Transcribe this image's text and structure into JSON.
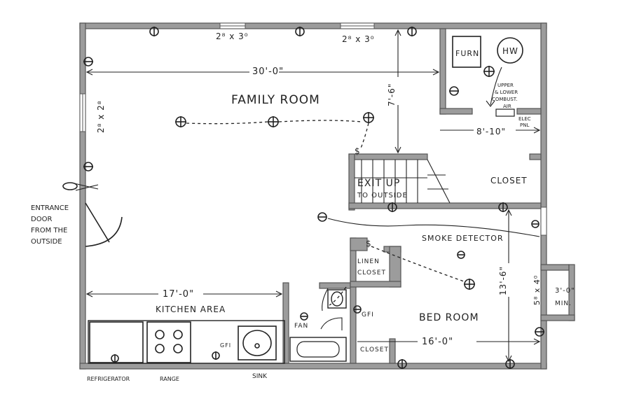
{
  "rooms": {
    "family_room": "FAMILY ROOM",
    "kitchen_area": "KITCHEN AREA",
    "bed_room": "BED ROOM",
    "closet_upper": "CLOSET",
    "closet_bed": "CLOSET",
    "linen_closet_line1": "LINEN",
    "linen_closet_line2": "CLOSET"
  },
  "labels": {
    "exit_line1": "EXIT UP",
    "exit_line2": "TO OUTSIDE",
    "smoke_detector": "SMOKE DETECTOR",
    "furn": "FURN",
    "hw": "HW",
    "upper_lower_line1": "UPPER",
    "upper_lower_line2": "& LOWER",
    "upper_lower_line3": "COMBUST.",
    "upper_lower_line4": "AIR",
    "elec_pnl_line1": "ELEC",
    "elec_pnl_line2": "PNL",
    "gfi_bath": "GFI",
    "gfi_kitchen": "GFI",
    "fan": "FAN",
    "entrance_line1": "ENTRANCE",
    "entrance_line2": "DOOR",
    "entrance_line3": "FROM THE",
    "entrance_line4": "OUTSIDE",
    "refrigerator": "REFRIGERATOR",
    "range": "RANGE",
    "sink": "SINK",
    "egress_line1": "3'-0\"",
    "egress_line2": "MIN."
  },
  "dimensions": {
    "family_width": "30'-0\"",
    "window_top_left": "2⁸ x 3⁰",
    "window_top_right": "2⁸ x 3⁰",
    "window_left": "2⁸ x 2⁸",
    "closet_depth": "7'-6\"",
    "mech_width": "8'-10\"",
    "kitchen_width": "17'-0\"",
    "bed_width": "16'-0\"",
    "bed_depth": "13'-6\"",
    "egress_window": "5⁸ x 4⁰"
  },
  "symbols": {
    "switch": "$",
    "smoke": "⊖"
  }
}
